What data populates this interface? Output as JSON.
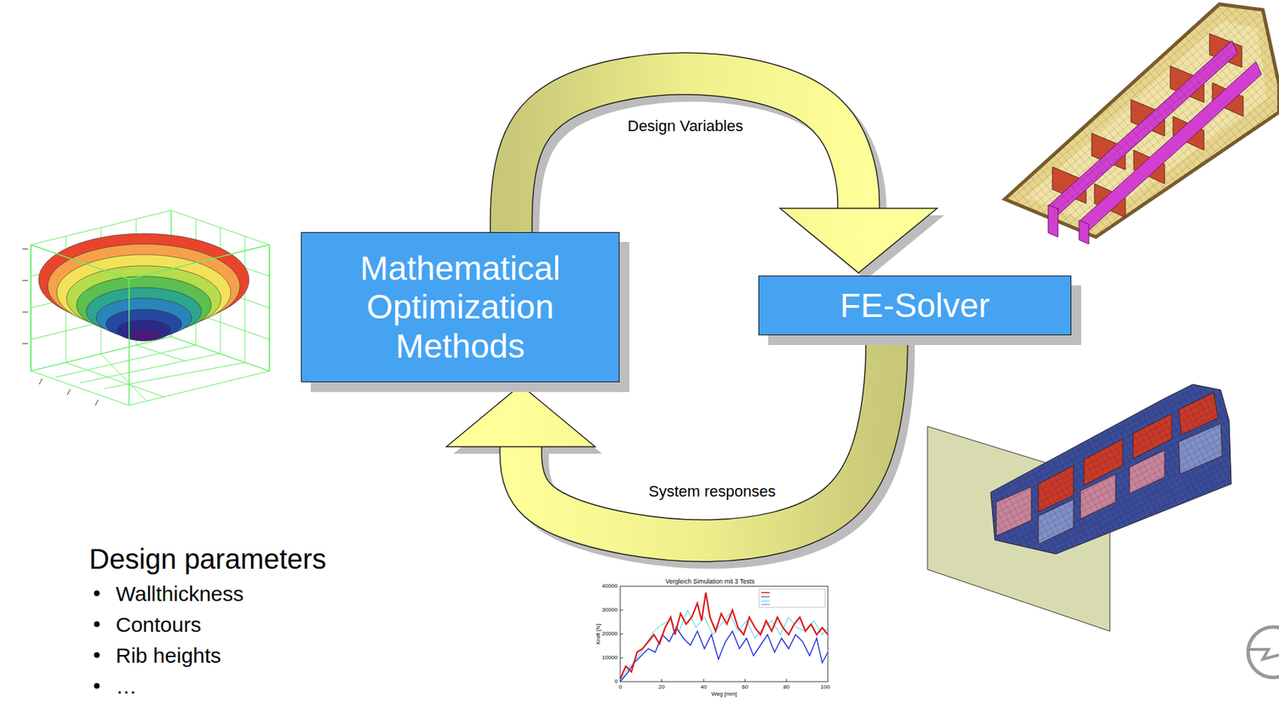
{
  "diagram": {
    "nodes": [
      {
        "text": [
          "Mathematical Optimization Methods"
        ]
      },
      {
        "text": [
          "FE-Solver"
        ]
      }
    ],
    "edges": [
      {
        "from": 0,
        "to": 1,
        "label": "Design Variables",
        "arrow": "to"
      },
      {
        "from": 1,
        "to": 0,
        "label": "System responses",
        "arrow": "to"
      }
    ],
    "labels": [
      "Design parameters",
      "Wallthickness",
      "Contours",
      "Rib heights",
      "…",
      "Vergleich Simulation mit 3 Tests",
      "40000",
      "30000",
      "20000",
      "10000",
      "0",
      "Kraft [N]",
      "0",
      "20",
      "40",
      "60",
      "80",
      "100",
      "Weg [mm]"
    ]
  }
}
